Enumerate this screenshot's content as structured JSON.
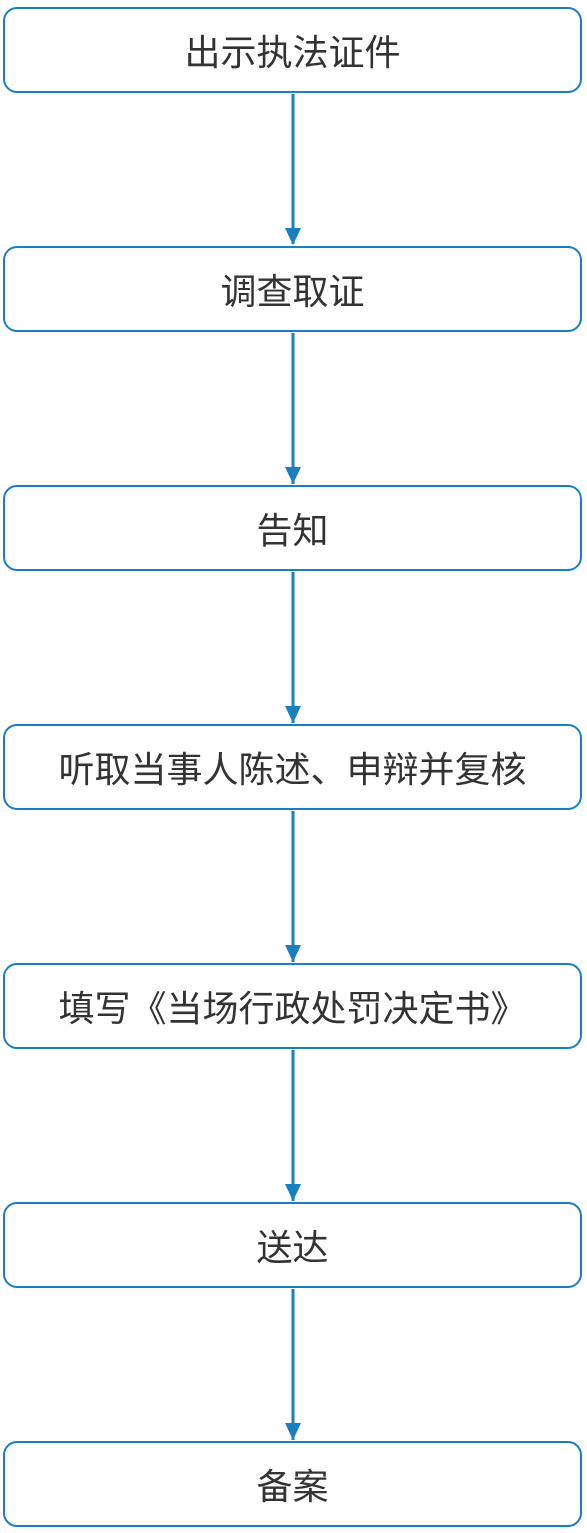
{
  "colors": {
    "stroke": "#1a7fc1",
    "text": "#333333",
    "background": "#ffffff"
  },
  "steps": [
    {
      "label": "出示执法证件"
    },
    {
      "label": "调查取证"
    },
    {
      "label": "告知"
    },
    {
      "label": "听取当事人陈述、申辩并复核"
    },
    {
      "label": "填写《当场行政处罚决定书》"
    },
    {
      "label": "送达"
    },
    {
      "label": "备案"
    }
  ]
}
